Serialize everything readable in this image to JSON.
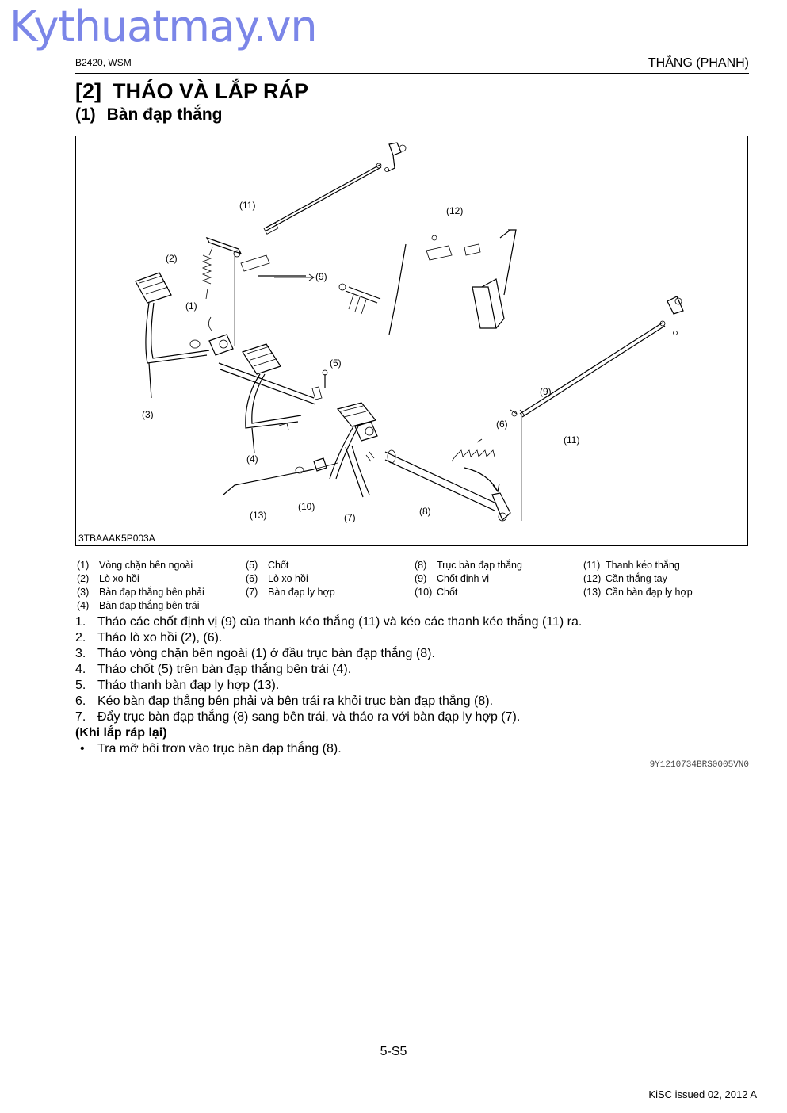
{
  "watermark": "Kythuatmay.vn",
  "header": {
    "left": "B2420, WSM",
    "right": "THẮNG (PHANH)"
  },
  "section": {
    "num": "[2]",
    "title": "THÁO VÀ LẮP RÁP"
  },
  "subsection": {
    "num": "(1)",
    "title": "Bàn đạp thắng"
  },
  "figure": {
    "code": "3TBAAAK5P003A",
    "callouts": [
      "(11)",
      "(12)",
      "(2)",
      "(9)",
      "(1)",
      "(5)",
      "(3)",
      "(9)",
      "(6)",
      "(11)",
      "(4)",
      "(10)",
      "(7)",
      "(8)",
      "(13)"
    ]
  },
  "legend": {
    "col1": [
      {
        "n": "(1)",
        "t": "Vòng chặn bên ngoài"
      },
      {
        "n": "(2)",
        "t": "Lò xo hồi"
      },
      {
        "n": "(3)",
        "t": "Bàn đạp thắng bên phải"
      },
      {
        "n": "(4)",
        "t": "Bàn đạp thắng bên trái"
      }
    ],
    "col2": [
      {
        "n": "(5)",
        "t": "Chốt"
      },
      {
        "n": "(6)",
        "t": "Lò xo hồi"
      },
      {
        "n": "(7)",
        "t": "Bàn đạp ly hợp"
      }
    ],
    "col3": [
      {
        "n": "(8)",
        "t": "Trục bàn đạp thắng"
      },
      {
        "n": "(9)",
        "t": "Chốt định vị"
      },
      {
        "n": "(10)",
        "t": "Chốt"
      }
    ],
    "col4": [
      {
        "n": "(11)",
        "t": "Thanh kéo thắng"
      },
      {
        "n": "(12)",
        "t": "Cần thắng tay"
      },
      {
        "n": "(13)",
        "t": "Cần bàn đạp ly hợp"
      }
    ]
  },
  "steps": [
    {
      "n": "1.",
      "t": "Tháo các chốt định vị (9) của thanh kéo thắng (11) và kéo các thanh kéo thắng (11) ra."
    },
    {
      "n": "2.",
      "t": "Tháo lò xo hồi (2), (6)."
    },
    {
      "n": "3.",
      "t": "Tháo vòng chặn bên ngoài (1) ở đầu trục bàn đạp thắng (8)."
    },
    {
      "n": "4.",
      "t": "Tháo chốt (5) trên bàn đạp thắng bên trái (4)."
    },
    {
      "n": "5.",
      "t": "Tháo thanh bàn đạp ly hợp (13)."
    },
    {
      "n": "6.",
      "t": "Kéo bàn đạp thắng bên phải và bên trái ra khỏi trục bàn đạp thắng (8)."
    },
    {
      "n": "7.",
      "t": "Đẩy trục bàn đạp thắng (8) sang bên trái, và tháo ra với bàn đạp ly hợp (7)."
    }
  ],
  "reassembly": {
    "title": "(Khi lắp ráp lại)",
    "bullet": "•",
    "item": "Tra mỡ bôi trơn vào trục bàn đạp thắng (8)."
  },
  "doc_id": "9Y1210734BRS0005VN0",
  "page_number": "5-S5",
  "issued": "KiSC issued 02, 2012 A"
}
